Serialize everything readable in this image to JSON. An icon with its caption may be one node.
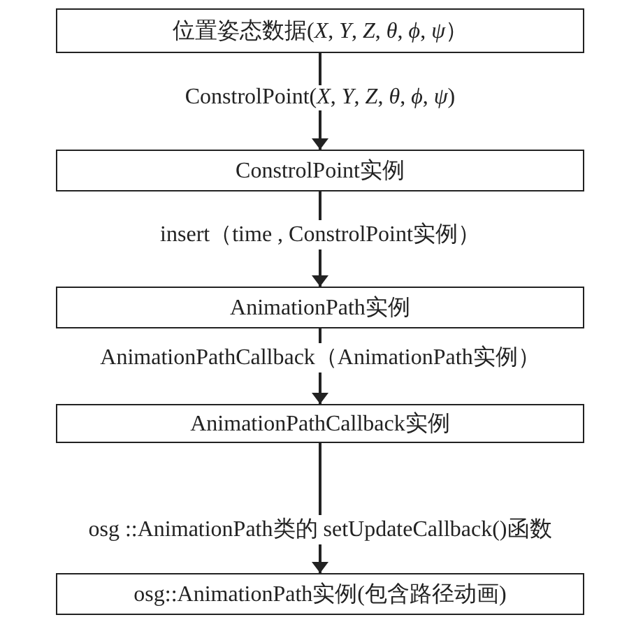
{
  "diagram": {
    "nodes": [
      {
        "text": [
          "位置姿态数据(*X*, *Y*, *Z*, *θ*, *ϕ*, *ψ*）"
        ]
      },
      {
        "text": [
          "ConstrolPoint实例"
        ]
      },
      {
        "text": [
          "AnimationPath实例"
        ]
      },
      {
        "text": [
          "AnimationPathCallback实例"
        ]
      },
      {
        "text": [
          "osg::AnimationPath实例(包含路径动画)"
        ]
      }
    ],
    "edges": [
      {
        "from": 0,
        "to": 1,
        "arrow": "to",
        "label": "ConstrolPoint(*X*, *Y*, *Z*, *θ*, *ϕ*, *ψ*)"
      },
      {
        "from": 1,
        "to": 2,
        "arrow": "to",
        "label": "insert（time , ConstrolPoint实例）"
      },
      {
        "from": 2,
        "to": 3,
        "arrow": "to",
        "label": "AnimationPathCallback（AnimationPath实例）"
      },
      {
        "from": 3,
        "to": 4,
        "arrow": "to",
        "label": "osg ::AnimationPath类的 setUpdateCallback()函数"
      }
    ]
  }
}
